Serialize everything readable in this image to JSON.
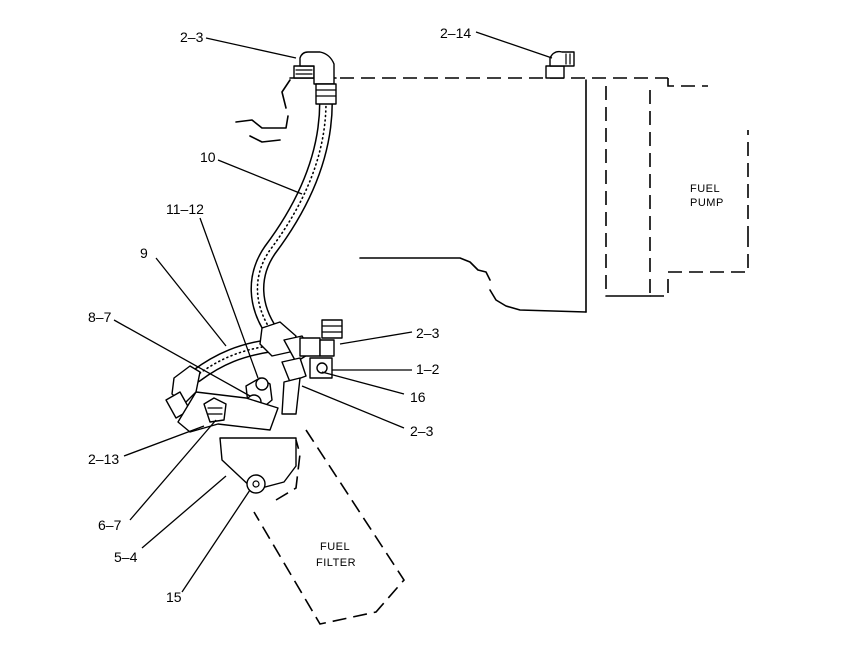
{
  "callouts": {
    "c_2_3_top": "2–3",
    "c_2_14": "2–14",
    "c_10": "10",
    "c_11_12": "11–12",
    "c_9": "9",
    "c_8_7": "8–7",
    "c_2_3_mid": "2–3",
    "c_1_2": "1–2",
    "c_16": "16",
    "c_2_3_low": "2–3",
    "c_2_13": "2–13",
    "c_6_7": "6–7",
    "c_5_4": "5–4",
    "c_15": "15"
  },
  "labels": {
    "fuel_pump": [
      "FUEL",
      "PUMP"
    ],
    "fuel_filter": [
      "FUEL",
      "FILTER"
    ]
  }
}
